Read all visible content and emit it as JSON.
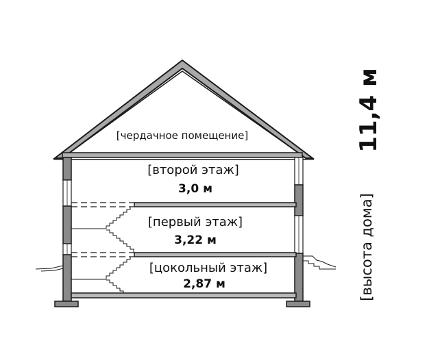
{
  "attic_label": "[чердачное помещение]",
  "floors": [
    {
      "name": "[второй этаж]",
      "height": "3,0 м"
    },
    {
      "name": "[первый этаж]",
      "height": "3,22 м"
    },
    {
      "name": "[цокольный этаж]",
      "height": "2,87 м"
    }
  ],
  "total_height": "11,4 м",
  "total_caption": "[высота дома]",
  "colors": {
    "wall_fill": "#8a8a8a",
    "stroke": "#1a1a1a",
    "roof_fill": "#a0a0a0"
  }
}
